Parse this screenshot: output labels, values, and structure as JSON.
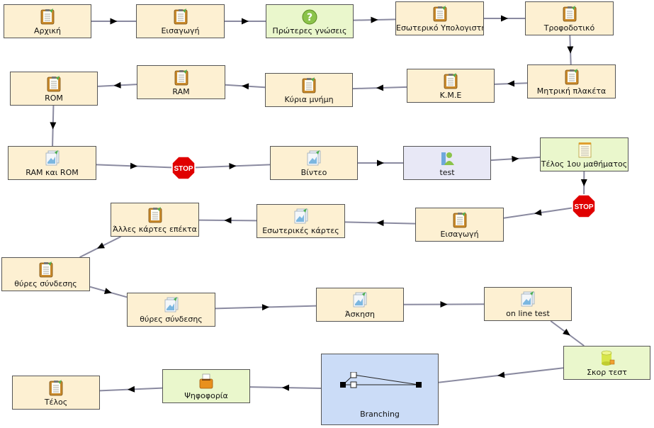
{
  "colors": {
    "edge": "#8a8aa0",
    "arrow": "#000000",
    "node_default": "#fdf0d2",
    "node_green": "#eaf7cc",
    "node_test": "#e8e8f6",
    "node_branch": "#cbdcf7",
    "stop_red": "#e00000"
  },
  "nodes": [
    {
      "id": "n1",
      "label": "Αρχική",
      "icon": "document-icon",
      "color": "default"
    },
    {
      "id": "n2",
      "label": "Εισαγωγή",
      "icon": "document-icon",
      "color": "default"
    },
    {
      "id": "n3",
      "label": "Πρώτερες γνώσεις",
      "icon": "question-icon",
      "color": "green"
    },
    {
      "id": "n4",
      "label": "Εσωτερικό Υπολογιστή",
      "icon": "document-icon",
      "color": "default"
    },
    {
      "id": "n5",
      "label": "Τροφοδοτικό",
      "icon": "document-icon",
      "color": "default"
    },
    {
      "id": "n6",
      "label": "Μητρική πλακέτα",
      "icon": "document-icon",
      "color": "default"
    },
    {
      "id": "n7",
      "label": "Κ.Μ.Ε",
      "icon": "document-icon",
      "color": "default"
    },
    {
      "id": "n8",
      "label": "Κύρια μνήμη",
      "icon": "document-icon",
      "color": "default"
    },
    {
      "id": "n9",
      "label": "RAM",
      "icon": "document-icon",
      "color": "default"
    },
    {
      "id": "n10",
      "label": "ROM",
      "icon": "document-icon",
      "color": "default"
    },
    {
      "id": "n11",
      "label": "RAM και ROM",
      "icon": "image-icon",
      "color": "default"
    },
    {
      "id": "n12",
      "label": "Βίντεο",
      "icon": "image-icon",
      "color": "default"
    },
    {
      "id": "n13",
      "label": "test",
      "icon": "test-icon",
      "color": "lavender"
    },
    {
      "id": "n14",
      "label": "Τέλος 1ου μαθήματος",
      "icon": "notepad-icon",
      "color": "green"
    },
    {
      "id": "n15",
      "label": "Εισαγωγή",
      "icon": "document-icon",
      "color": "default"
    },
    {
      "id": "n16",
      "label": "Εσωτερικές κάρτες",
      "icon": "image-icon",
      "color": "default"
    },
    {
      "id": "n17",
      "label": "Άλλες κάρτες επέκτα",
      "icon": "document-icon",
      "color": "default"
    },
    {
      "id": "n18",
      "label": "θύρες σύνδεσης",
      "icon": "document-icon",
      "color": "default"
    },
    {
      "id": "n19",
      "label": "θύρες σύνδεσης",
      "icon": "image-icon",
      "color": "default"
    },
    {
      "id": "n20",
      "label": "Άσκηση",
      "icon": "image-icon",
      "color": "default"
    },
    {
      "id": "n21",
      "label": "on line test",
      "icon": "image-icon",
      "color": "default"
    },
    {
      "id": "n22",
      "label": "Σκορ τεστ",
      "icon": "database-icon",
      "color": "green"
    },
    {
      "id": "n23",
      "label": "Branching",
      "icon": "branch-icon",
      "color": "blue"
    },
    {
      "id": "n24",
      "label": "Ψηφοφορία",
      "icon": "ballot-icon",
      "color": "green"
    },
    {
      "id": "n25",
      "label": "Τέλος",
      "icon": "document-icon",
      "color": "default"
    }
  ],
  "stops": [
    {
      "id": "s1",
      "label": "STOP"
    },
    {
      "id": "s2",
      "label": "STOP"
    }
  ],
  "edges": [
    [
      "n1",
      "n2"
    ],
    [
      "n2",
      "n3"
    ],
    [
      "n3",
      "n4"
    ],
    [
      "n4",
      "n5"
    ],
    [
      "n5",
      "n6"
    ],
    [
      "n6",
      "n7"
    ],
    [
      "n7",
      "n8"
    ],
    [
      "n8",
      "n9"
    ],
    [
      "n9",
      "n10"
    ],
    [
      "n10",
      "n11"
    ],
    [
      "n11",
      "s1"
    ],
    [
      "s1",
      "n12"
    ],
    [
      "n12",
      "n13"
    ],
    [
      "n13",
      "n14"
    ],
    [
      "n14",
      "s2"
    ],
    [
      "s2",
      "n15"
    ],
    [
      "n15",
      "n16"
    ],
    [
      "n16",
      "n17"
    ],
    [
      "n17",
      "n18"
    ],
    [
      "n18",
      "n19"
    ],
    [
      "n19",
      "n20"
    ],
    [
      "n20",
      "n21"
    ],
    [
      "n21",
      "n22"
    ],
    [
      "n22",
      "n23"
    ],
    [
      "n23",
      "n24"
    ],
    [
      "n24",
      "n25"
    ]
  ]
}
